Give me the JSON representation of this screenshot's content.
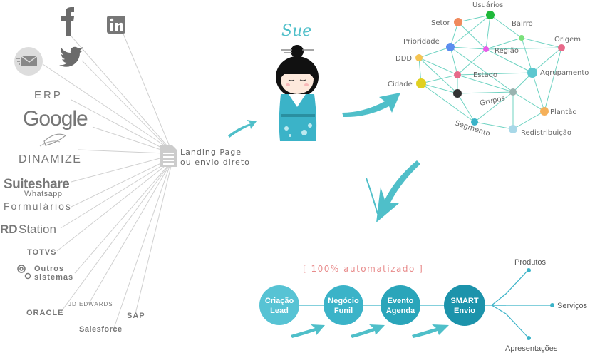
{
  "sources": {
    "erp": "ERP",
    "google": "Google",
    "dinamize": "DINAMIZE",
    "suiteshare": "Suiteshare",
    "whatsapp": "Whatsapp",
    "formularios": "Formulários",
    "rdstation_rd": "RD",
    "rdstation_station": "Station",
    "totvs": "TOTVS",
    "outros_1": "Outros",
    "outros_2": "sistemas",
    "jdedwards": "JD EDWARDS",
    "oracle": "ORACLE",
    "sap": "SAP",
    "salesforce": "Salesforce",
    "icons": [
      "facebook-icon",
      "linkedin-icon",
      "email-icon",
      "twitter-icon",
      "gear-icon"
    ]
  },
  "landing": {
    "line1": "Landing Page",
    "line2": "ou envio direto"
  },
  "sue": {
    "name": "Sue"
  },
  "network": {
    "labels": {
      "usuarios": "Usuários",
      "setor": "Setor",
      "bairro": "Bairro",
      "prioridade": "Prioridade",
      "origem": "Origem",
      "regiao": "Região",
      "ddd": "DDD",
      "agrupamento": "Agrupamento",
      "estado": "Estado",
      "cidade": "Cidade",
      "grupos": "Grupos",
      "plantao": "Plantão",
      "segmento": "Segmento",
      "redistribuicao": "Redistribuição"
    },
    "colors": {
      "green": "#1fb83a",
      "orange": "#f08a5d",
      "blue": "#5b8def",
      "lightgreen": "#7be07b",
      "magenta": "#e85ce8",
      "pink": "#e86a8a",
      "yellow": "#f5c451",
      "teal": "#5cc7cf",
      "dark": "#333333",
      "gray": "#9ab3b0",
      "edge": "#6fd3c2"
    }
  },
  "automation": {
    "label": "[ 100% automatizado ]"
  },
  "flow": {
    "step1_line1": "Criação",
    "step1_line2": "Lead",
    "step2_line1": "Negócio",
    "step2_line2": "Funil",
    "step3_line1": "Evento",
    "step3_line2": "Agenda",
    "step4_line1": "SMART",
    "step4_line2": "Envio",
    "colors": [
      "#57c3d4",
      "#3bb3c8",
      "#2aa5ba",
      "#1c93ab"
    ]
  },
  "outputs": {
    "produtos": "Produtos",
    "servicos": "Serviços",
    "apresentacoes": "Apresentações"
  }
}
